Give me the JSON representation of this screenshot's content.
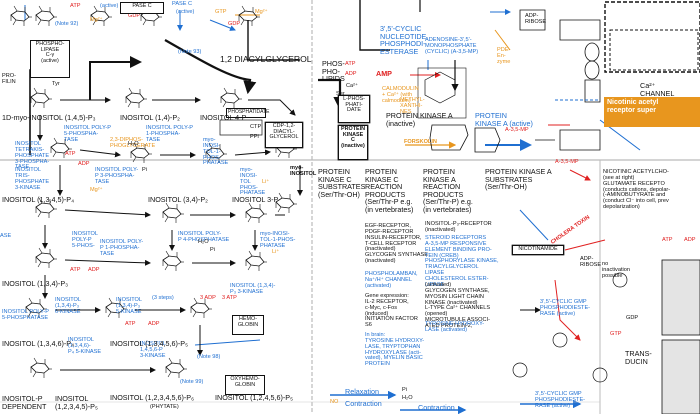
{
  "colors": {
    "black": "#111111",
    "blue": "#1f6fd1",
    "red": "#e02020",
    "orange": "#e8961e",
    "gray": "#8a8a8a"
  },
  "top": {
    "pase_c": "PASE C",
    "active": "(active)",
    "note92": "(Note 92)",
    "phospholipase_c": "PHOSPHO-\nLIPASE\nC-γ\n(active)",
    "tyr": "Tyr",
    "profilin": "PRO-\nFILIN",
    "pase_c_blue": "PASE C",
    "active_blue": "(active)",
    "note93": "(Note 93)",
    "gdp": "GDP",
    "gtp": "GTP",
    "mg": "Mg²⁺",
    "diacylglycerol": "1,2 DIACYLGLYCEROL",
    "phospholipids": "PHOS-\nPHO-\nLIPIDS",
    "phosphatidate": "PHOSPHATIDATE",
    "cdp_dag": "CDP-1,2-\nDIACYL-\nGLYCEROL",
    "ctp": "CTP",
    "ppi": "PPi",
    "ca": "Ca²⁺",
    "lphospho": "L-PHOS-\nPHATI-\nDATE",
    "ser": "Ser"
  },
  "camp": {
    "pde": "3',5'-CYCLIC\nNUCLEOTIDE\nPHOSPHODI-\nESTERASE",
    "amp": "AMP",
    "adenosine": "ADENOSINE-3',5'-\nMONOPHOSPHATE\n(CYCLIC) (A-3,5-MP)",
    "calmodulin": "CALMODULIN\n+ Ca²⁺ (with\ncalmodulin)",
    "methylxanthines": "METHYL-\nXANTHI-\nNES",
    "pde_blue": "PDE-\nEn-\nzyme",
    "adp_ribose": "ADP-\nRIBOSE",
    "ca_channel": "Ca²⁺\nCHANNEL",
    "nicotinic": "Nicotinic acetyl\nreceptor super"
  },
  "pkc": {
    "name": "PROTEIN\nKINASE\nC\n(inactive)",
    "substrates": "PROTEIN\nKINASE C\nSUBSTRATES\n(Ser/Thr-OH)",
    "products": "PROTEIN\nKINASE C\nREACTION\nPRODUCTS\n(Ser/Thr-P e.g.\n(in vertebrates)",
    "egf": "EGF-RECEPTOR,\nPDGF-RECEPTOR\nINSULIN-RECEPTOR,\nT-CELL RECEPTOR\n(inactivated)\nGLYCOGEN SYNTHASE\n(inactivated)",
    "phospholamban": "PHOSPHOLAMBAN,\nNa⁺/H⁺ CHANNEL\n(activated)",
    "gene": "Gene expression:\nIL-2 RECEPTOR,\nc-Myc, c-Fos\n(induced)\nINITIATION FACTOR\nS6",
    "brain": "In brain:\nTYROSINE HYDROXY-\nLASE, TRYPTOPHAN\nHYDROXYLASE (acti-\nvated), MYELIN BASIC\nPROTEIN"
  },
  "pka": {
    "inactive": "PROTEIN KINASE A\n(inactive)",
    "active": "PROTEIN\nKINASE A (active)",
    "a35mp": "A-3,5-MP",
    "forskolin": "FORSKOLIN",
    "products": "PROTEIN\nKINASE A\nREACTION\nPRODUCTS\n(Ser/Thr-P) e.g.\n(in vertebrates)",
    "substrates": "PROTEIN KINASE A\nSUBSTRATES\n(Ser/Thr-OH)",
    "list_black": "INOSITOL-P₃-RECEPTOR\n(inactivated)",
    "list_blue": "STEROID RECEPTORS\nA-3,5-MP RESPONSIVE\nELEMENT BINDING PRO-\nTEIN (CREB)\nPHOSPHORYLASE KINASE,\nTRIACYLGLYCEROL\nLIPASE\nCHOLESTEROL ESTER-\nLIPASE",
    "list_black2": "(activated)\nGLYCOGEN SYNTHASE,\nMYOSIN LIGHT CHAIN\nKINASE (inactivated)\nL-TYPE Ca²⁺ CHANNELS\n(opened)\nMICROTUBULE ASSOCI-\nATED PROTEIN-2,",
    "tyrosine": "TYROSINE HYDROXY-\nLASE (activated)"
  },
  "right": {
    "nicotinamide": "NICOTINAMIDE",
    "cholera": "CHOLERA TOXIN",
    "adp_ribose": "ADP-\nRIBOSE",
    "no_inact": "no\ninactivation\npossible",
    "nicotinic2": "NICOTINIC ACETYLCHO-\n(see at right)\nGLUTAMATE RECEPTO\n(conducts cations, depolar-\n(-AMINOBUTYRATE and\n(conduct Cl⁻ into cell, prev\ndepolarization)",
    "cgmp_pde": "3',5'-CYCLIC GMP\nPHOSPHODIESTE-\nRASE (active)",
    "cgmp_pde2": "3',5'-CYCLIC GMP\nPHOSPHODIESTE-\nRASE (active)",
    "transducin": "TRANS-\nDUCIN",
    "gdp": "GDP",
    "gtp": "GTP",
    "atp": "ATP",
    "adp": "ADP"
  },
  "inositol": {
    "ip145": "1D-myo-INOSITOL (1,4,5)-P₃",
    "ip14": "INOSITOL (1,4)-P₂",
    "ip4": "INOSITOL 4-P",
    "k1": "INOSITOL POLY-P\n5-PHOSPHA-\nTASE",
    "k2": "INOSITOL POLY-P\n1-PHOSPHA-\nTASE",
    "k3": "INOSITOL\nPOLY-P\n5-PHOS-",
    "k4": "INOSITOL\nTETRAKIS-\nPHOSPHATE\n3-PHOSPHA-\nTASE",
    "k5": "INOSITOL\nTRIS-\nPHOSPHATE\n3-KINASE",
    "diphosphoglycerate": "2,3-DIPHOS-\nPHOGLYCERATE",
    "k6": "INOSITOL POLY-\nP 3-PHOSPHA-\nTASE",
    "k7": "myo-\nINOSI-\nTOL-1-\nPHOS-\nPHATASE",
    "k8": "myo-\nINOSI-\nTOL\nPHOS-\nPHATASE",
    "k9": "INOSITOL POLY-\nP 4-PHOSPHATASE",
    "k10": "myo-INOSI-\nTOL-1-PHOS-\nPHATASE",
    "k11": "myo-\nINOSI-\nTOL-1-PHOS-\nPHATASE",
    "myoinositol": "myo-\nINOSITOL",
    "ip1345": "INOSITOL (1,3,4,5)-P₄",
    "ip34": "INOSITOL (3,4)-P₂",
    "ip3": "INOSITOL 3-P",
    "ip134": "INOSITOL (1,3,4)-P₃",
    "ip13456": "INOSITOL (1,3,4,5,6)-P₅",
    "ip1346": "INOSITOL (1,3,4,6)-P₄",
    "ip123456": "INOSITOL (1,2,3,4,5,6)-P₆",
    "ip12456": "INOSITOL (1,2,4,5,6)-P₅",
    "phytate": "(PHYTATE)",
    "k12": "INOSITOL POLY-P\n5-PHOSPHATASE",
    "k13": "INOSITOL POLY-\nP 1-PHOSPHA-\nTASE",
    "k14": "INOSITOL\n(1,3,4)-P₃\n6-KINASE",
    "k15": "INOSITOL\n(1,3,4,6)-\nP₄ 5-KINASE",
    "k16": "INOSITOL\n(1,3,4)-P₃\n5-KINASE",
    "k17": "INOSITOL (1,3,4)-\nP₃ 3-KINASE",
    "k18": "INOSITOL\n1,4,5,6-P\n3-KINASE",
    "steps": "(3 steps)",
    "adp3": "3 ADP",
    "atp3": "3 ATP",
    "hemoglobin": "HEMO-\nGLOBIN",
    "oxyhemoglobin": "OXYHEMO-\nGLOBIN",
    "note98": "(Note 98)",
    "note99": "(Note 99)",
    "inositol_dependent": "INOSITOL-P\nDEPENDENT",
    "ip12345": "INOSITOL\n(1,2,3,4,5)-P₅",
    "ase": "ASE"
  },
  "bottom": {
    "relaxation": "Relaxation",
    "contraction": "Contraction",
    "contraction2": "Contraction",
    "no": "NO",
    "pi": "Pi",
    "h2o": "H₂O"
  },
  "labels": {
    "atp": "ATP",
    "adp": "ADP",
    "h2o": "H₂O",
    "pi": "Pi",
    "li": "Li⁺",
    "mg": "Mg²⁺"
  }
}
